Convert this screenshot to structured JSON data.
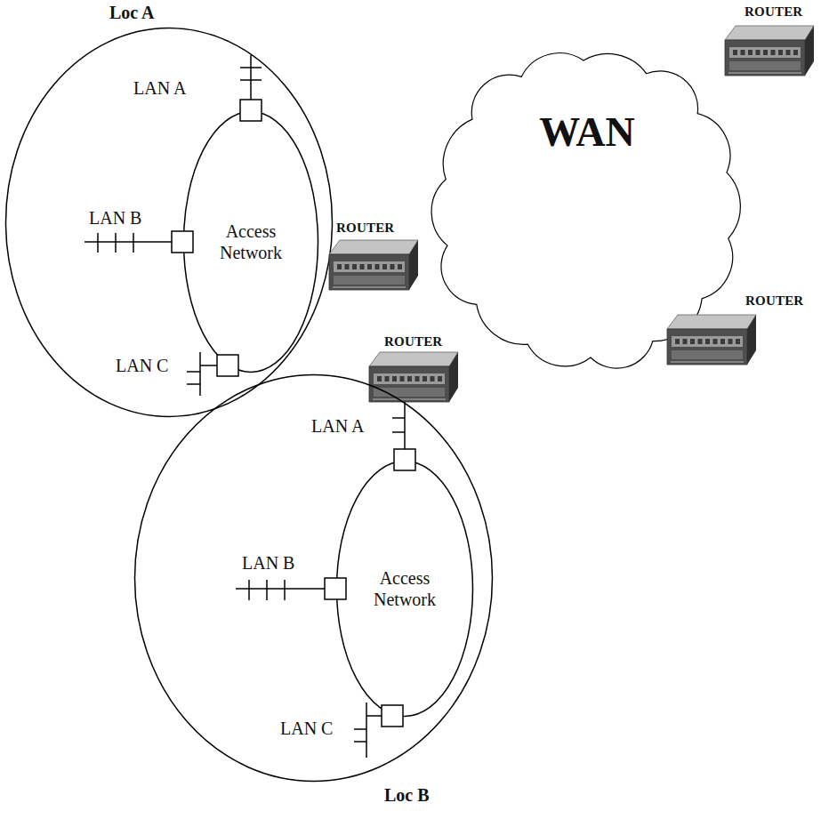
{
  "diagram": {
    "nodes": [
      {
        "text": [
          "Loc A"
        ]
      },
      {
        "text": [
          "Access Network"
        ],
        "in": 0
      },
      {
        "text": [
          "WAN"
        ]
      },
      {
        "text": [
          "ROUTER"
        ]
      },
      {
        "text": [
          "ROUTER"
        ]
      },
      {
        "text": [
          "ROUTER"
        ]
      },
      {
        "text": [
          "ROUTER"
        ]
      },
      {
        "text": [
          "Loc B"
        ]
      },
      {
        "text": [
          "Access Network"
        ],
        "in": 7
      }
    ],
    "labels": [
      "LAN A",
      "LAN B",
      "LAN C",
      "LAN A",
      "LAN B",
      "LAN C"
    ]
  }
}
